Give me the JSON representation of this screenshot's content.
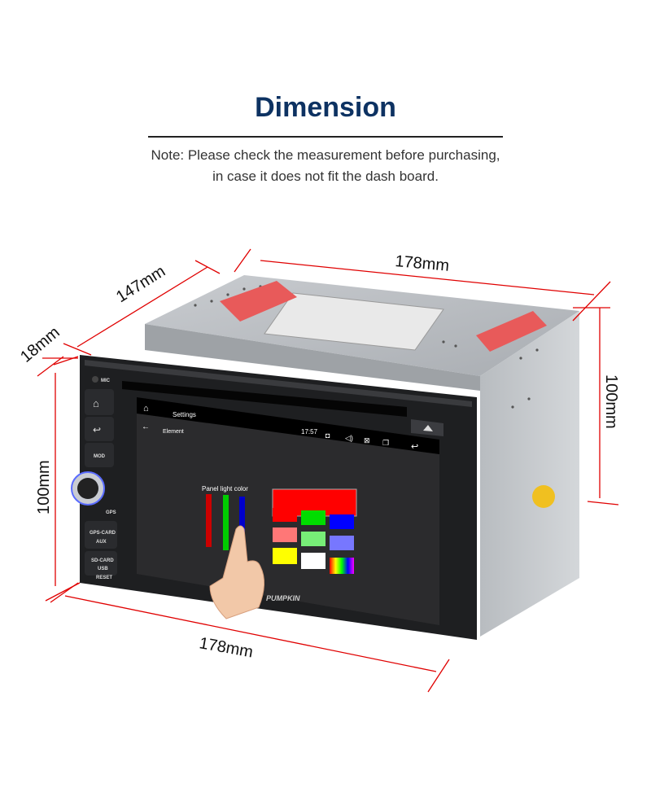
{
  "header": {
    "title": "Dimension",
    "note_line1": "Note: Please check the measurement before purchasing,",
    "note_line2": "in case it does not fit the dash board."
  },
  "dimensions": {
    "width_top": "178mm",
    "depth": "147mm",
    "bezel_depth": "18mm",
    "height_left": "100mm",
    "height_right": "100mm",
    "width_bottom": "178mm"
  },
  "device": {
    "mic_label": "MIC",
    "buttons": [
      "MOD",
      "GPS",
      "GPS-CARD",
      "AUX",
      "SD-CARD",
      "USB",
      "RESET"
    ],
    "logo": "PUMPKIN",
    "screen": {
      "app_title": "Settings",
      "page_title": "Element",
      "time": "17:57",
      "panel_label": "Panel light color",
      "swatches": [
        "#ff0000",
        "#ff0000",
        "#00dd00",
        "#0000ff",
        "#ff7777",
        "#77ee77",
        "#7777ff",
        "#ffff00",
        "#ffffff",
        "rainbow"
      ]
    }
  },
  "colors": {
    "title": "#0d3262",
    "dimension_line": "#e00000"
  }
}
